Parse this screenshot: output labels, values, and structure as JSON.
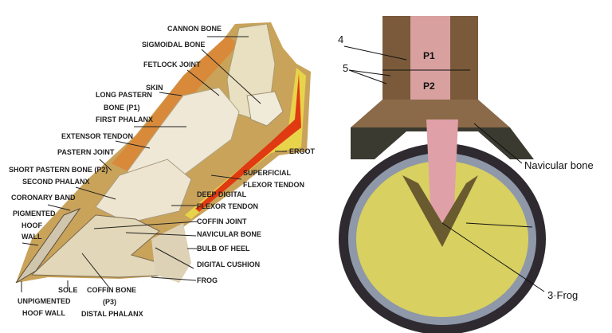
{
  "left_diagram": {
    "labels": {
      "cannon_bone": "CANNON BONE",
      "sigmoidal_bone": "SIGMOIDAL BONE",
      "fetlock_joint": "FETLOCK JOINT",
      "skin": "SKIN",
      "long_pastern_1": "LONG PASTERN",
      "long_pastern_2": "BONE  (P1)",
      "first_phalanx": "FIRST PHALANX",
      "extensor_tendon": "EXTENSOR TENDON",
      "pastern_joint": "PASTERN JOINT",
      "short_pastern": "SHORT PASTERN BONE (P2)",
      "second_phalanx": "SECOND PHALANX",
      "coronary_band": "CORONARY BAND",
      "pigmented_1": "PIGMENTED",
      "pigmented_2": "HOOF",
      "pigmented_3": "WALL",
      "unpigmented_1": "UNPIGMENTED",
      "unpigmented_2": "HOOF WALL",
      "sole": "SOLE",
      "coffin_bone_1": "COFFIN BONE",
      "coffin_bone_2": "(P3)",
      "coffin_bone_3": "DISTAL PHALANX",
      "ergot": "ERGOT",
      "superficial_1": "SUPERFICIAL",
      "superficial_2": "FLEXOR TENDON",
      "deep_digital_1": "DEEP DIGITAL",
      "deep_digital_2": "FLEXOR TENDON",
      "coffin_joint": "COFFIN JOINT",
      "navicular_bone": "NAVICULAR BONE",
      "bulb_of_heel": "BULB OF HEEL",
      "digital_cushion": "DIGITAL CUSHION",
      "frog": "FROG"
    }
  },
  "right_diagram": {
    "labels": {
      "num4": "4",
      "num5": "5",
      "p1": "P1",
      "p2": "P2",
      "navicular_bone": "Navicular bone",
      "frog": "3·Frog"
    }
  }
}
